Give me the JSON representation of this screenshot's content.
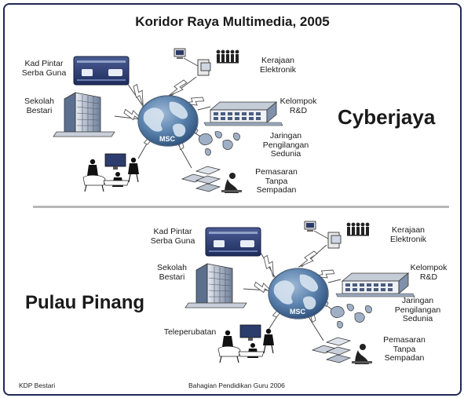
{
  "title": "Koridor Raya Multimedia, 2005",
  "top": {
    "region": "Cyberjaya",
    "hub_label": "MSC",
    "labels": {
      "smart_card": "Kad Pintar\nSerba Guna",
      "smart_school": "Sekolah\nBestari",
      "e_gov": "Kerajaan\nElektronik",
      "rnd": "Kelompok\nR&D",
      "network": "Jaringan\nPengilangan\nSedunia",
      "marketing": "Pemasaran\nTanpa\nSempadan"
    }
  },
  "bottom": {
    "region": "Pulau Pinang",
    "hub_label": "MSC",
    "labels": {
      "smart_card": "Kad Pintar\nSerba Guna",
      "smart_school": "Sekolah\nBestari",
      "e_gov": "Kerajaan\nElektronik",
      "rnd": "Kelompok\nR&D",
      "network": "Jaringan\nPengilangan\nSedunia",
      "marketing": "Pemasaran\nTanpa\nSempadan",
      "telemedicine": "Teleperubatan"
    }
  },
  "footer": {
    "left": "KDP Bestari",
    "center": "Bahagian Pendidikan Guru 2006"
  },
  "colors": {
    "frame": "#1f2a55",
    "globe": "#3d6a9a",
    "card": "#2a3a6e",
    "divider": "#b8b8b8"
  }
}
